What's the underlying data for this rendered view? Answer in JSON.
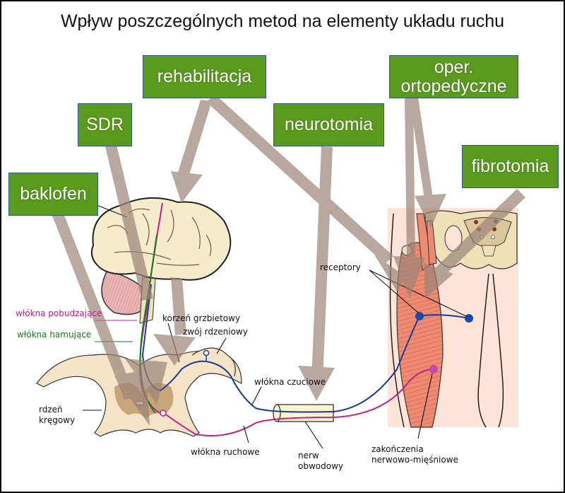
{
  "title": "Wpływ poszczególnych metod na elementy układu ruchu",
  "colors": {
    "box_fill": "#5a9a1e",
    "arrow": "#9c8478",
    "excitatory_fiber": "#c0208a",
    "inhibitory_fiber": "#1a7a1a",
    "sensory_fiber": "#1a3a9a",
    "muscle": "#e8735a",
    "bone": "#efe0b8",
    "skin": "#fde3d8"
  },
  "methods": [
    {
      "id": "baklofen",
      "label": "baklofen"
    },
    {
      "id": "sdr",
      "label": "SDR"
    },
    {
      "id": "rehabilitacja",
      "label": "rehabilitacja"
    },
    {
      "id": "neurotomia",
      "label": "neurotomia"
    },
    {
      "id": "oper_ortopedyczne",
      "label": "oper.\nortopedyczne"
    },
    {
      "id": "fibrotomia",
      "label": "fibrotomia"
    }
  ],
  "labels": {
    "wlokna_pobudzajace": "włókna pobudzające",
    "wlokna_hamujace": "włókna hamujące",
    "korzen_grzbietowy": "korzeń grzbietowy",
    "zwoj_rdzeniowy": "zwój rdzeniowy",
    "rdzen_kregowy_1": "rdzeń",
    "rdzen_kregowy_2": "kręgowy",
    "wlokna_czuciowe": "włókna czuciowe",
    "wlokna_ruchowe": "włókna ruchowe",
    "nerw_obwodowy_1": "nerw",
    "nerw_obwodowy_2": "obwodowy",
    "receptory": "receptory",
    "zakonczenia_1": "zakończenia",
    "zakonczenia_2": "nerwowo-mięśniowe"
  }
}
